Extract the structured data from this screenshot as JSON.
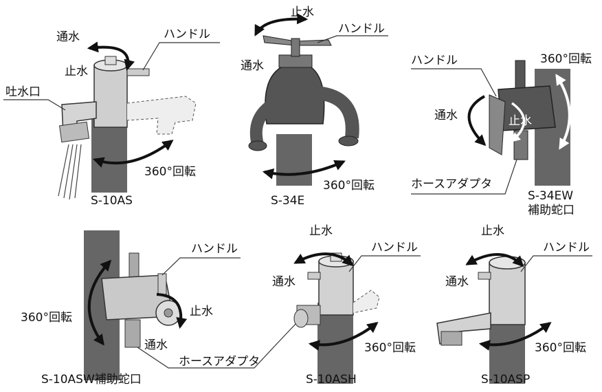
{
  "labels": {
    "handle": "ハンドル",
    "flow": "通水",
    "stop": "止水",
    "spout": "吐水口",
    "rotate": "360°回転",
    "hose_adapter": "ホースアダプタ"
  },
  "models": {
    "s10as": "S-10AS",
    "s34e": "S-34E",
    "s34ew": "S-34EW",
    "s34ew_sub": "補助蛇口",
    "s10asw": "S-10ASW補助蛇口",
    "s10ash": "S-10ASH",
    "s10asp": "S-10ASP"
  }
}
